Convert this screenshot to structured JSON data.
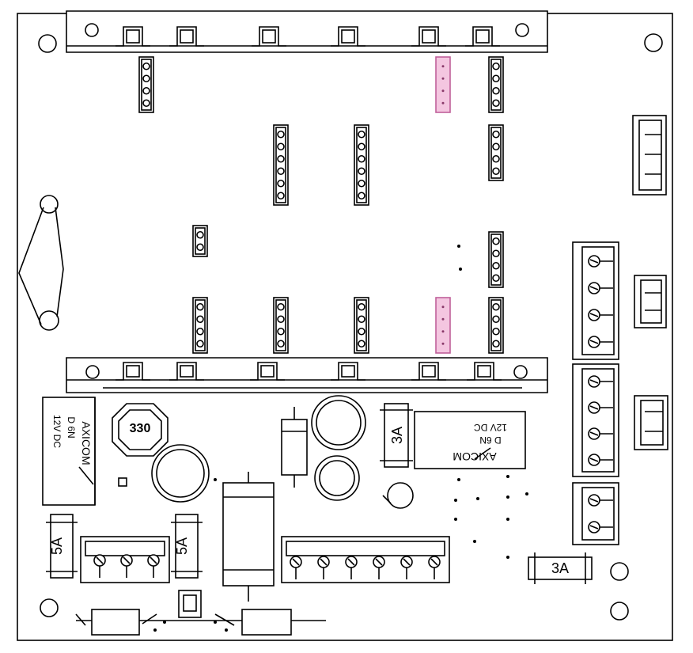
{
  "board": {
    "title": "PCB assembly drawing",
    "colors": {
      "line": "#000000",
      "fill": "#ffffff",
      "highlight": "#f4c6e0",
      "highlight_stroke": "#c0609a"
    }
  },
  "components": {
    "inductor_label": "330",
    "fuse_5a_left": "5A",
    "fuse_5a_right": "5A",
    "fuse_3a_vertical": "3A",
    "fuse_3a_horizontal": "3A",
    "relay_left": {
      "brand": "AXICOM",
      "line1": "12V DC",
      "line2": "D 6N"
    },
    "relay_right": {
      "brand": "AXICOM",
      "line1": "12V DC",
      "line2": "D 6N"
    }
  }
}
